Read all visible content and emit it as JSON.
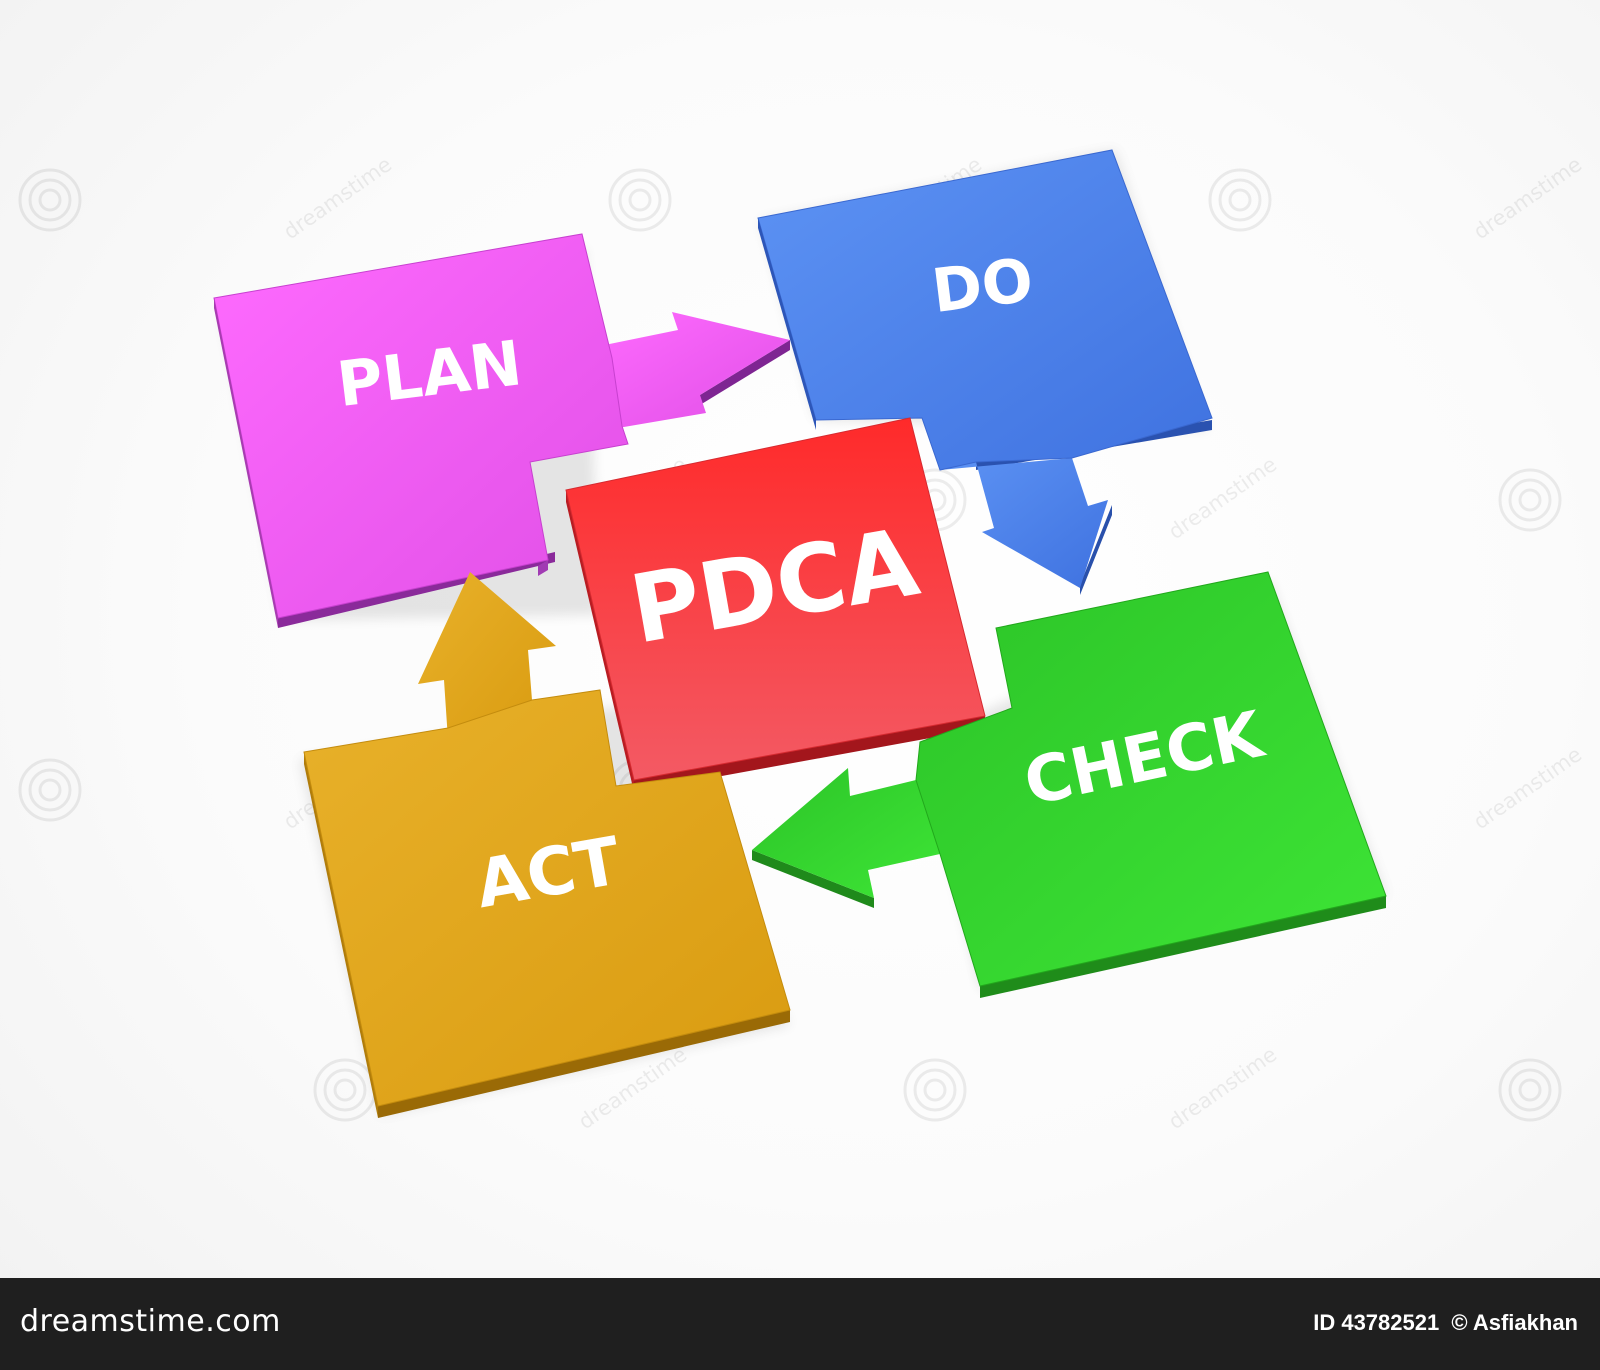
{
  "diagram": {
    "center_label": "PDCA",
    "steps": [
      {
        "label": "PLAN",
        "color": "#f05ef5"
      },
      {
        "label": "DO",
        "color": "#4f86ec"
      },
      {
        "label": "CHECK",
        "color": "#35d92f"
      },
      {
        "label": "ACT",
        "color": "#e3a818"
      }
    ],
    "center_color": "#f53a3e"
  },
  "footer": {
    "brand": "dreamstime.com",
    "id_label": "ID 43782521",
    "credit": "© Asfiakhan"
  },
  "watermark": {
    "text": "dreamstime"
  }
}
